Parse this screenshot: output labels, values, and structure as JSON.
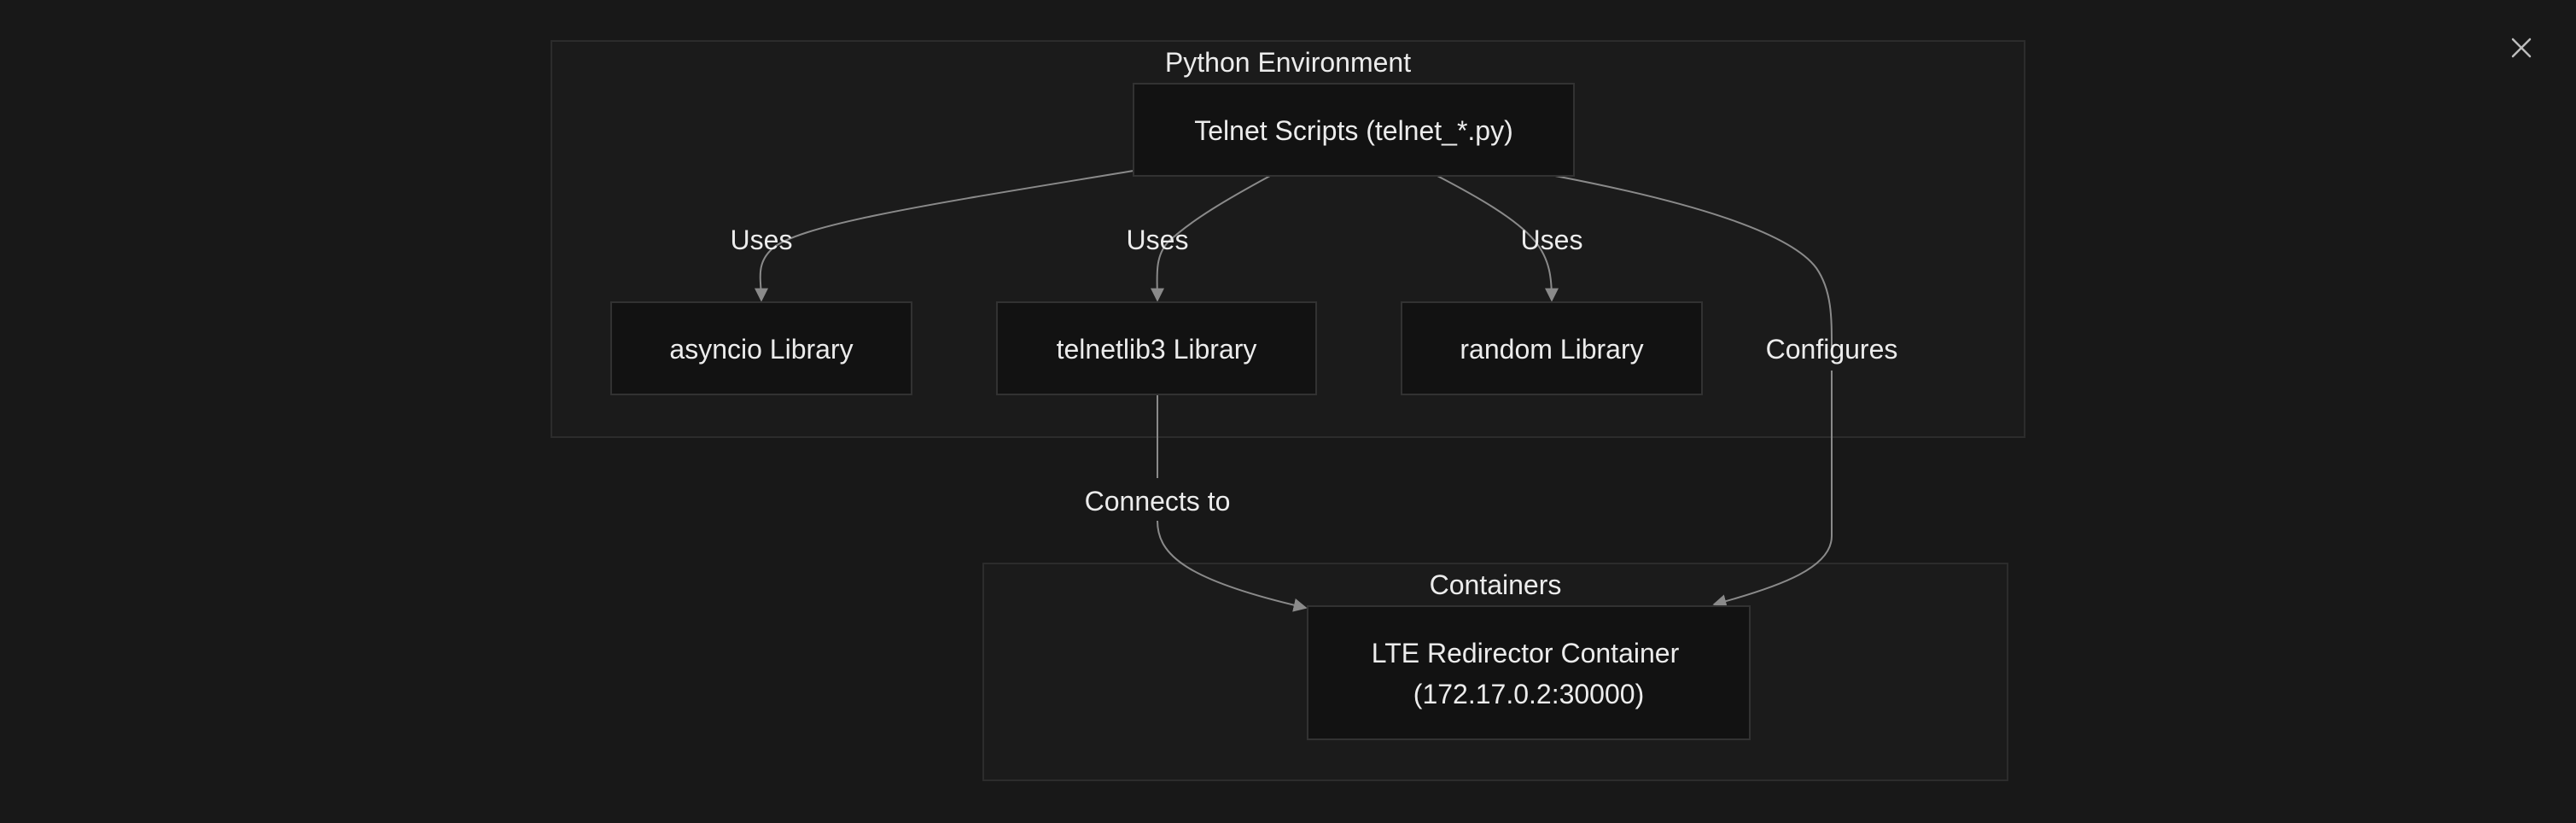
{
  "diagram": {
    "groups": {
      "python_env": "Python Environment",
      "containers": "Containers"
    },
    "nodes": {
      "telnet_scripts": "Telnet Scripts (telnet_*.py)",
      "asyncio": "asyncio Library",
      "telnetlib3": "telnetlib3 Library",
      "random": "random Library",
      "lte_redirector_line1": "LTE Redirector Container",
      "lte_redirector_line2": "(172.17.0.2:30000)"
    },
    "edges": {
      "uses_asyncio": "Uses",
      "uses_telnetlib3": "Uses",
      "uses_random": "Uses",
      "configures": "Configures",
      "connects_to": "Connects to"
    }
  },
  "colors": {
    "background": "#181818",
    "group_fill": "#1b1b1b",
    "group_border": "#2c2c2c",
    "node_fill": "#121212",
    "node_border": "#323232",
    "edge": "#8a8a8a",
    "text": "#ececec"
  },
  "icons": {
    "close": "close-icon"
  }
}
